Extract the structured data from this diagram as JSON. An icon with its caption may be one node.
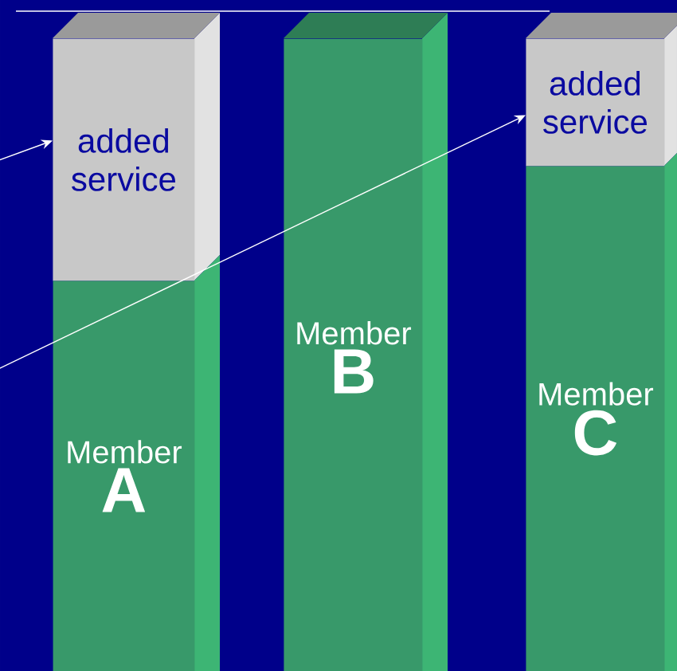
{
  "diagram": {
    "nodes": [
      {
        "text": [
          "added service"
        ]
      },
      {
        "text": [
          "Member",
          "A"
        ]
      },
      {
        "text": [
          "Member",
          "B"
        ]
      },
      {
        "text": [
          "added service"
        ]
      },
      {
        "text": [
          "Member",
          "C"
        ]
      }
    ],
    "edges": [
      {
        "from": null,
        "to": 0,
        "arrow": "to"
      },
      {
        "from": null,
        "to": 3,
        "arrow": "to"
      }
    ]
  }
}
